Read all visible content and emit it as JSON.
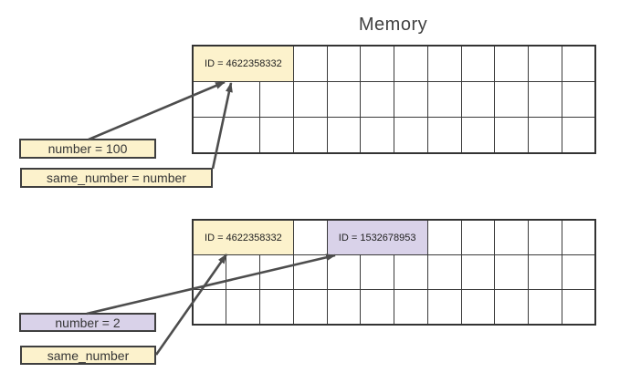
{
  "title": "Memory",
  "colors": {
    "cream": "#FCF2CC",
    "lavender": "#D9D2E9",
    "arrow_gray": "#4D4D4D",
    "grid_line": "#333333",
    "title_text": "#414141",
    "label_text": "#363636"
  },
  "diagram1": {
    "id_cell": {
      "text": "ID = 4622358332",
      "fill": "#FCF2CC"
    },
    "labels": [
      {
        "text": "number = 100",
        "fill": "#FCF2CC"
      },
      {
        "text": "same_number = number",
        "fill": "#FCF2CC"
      }
    ],
    "arrows": [
      {
        "from": "number = 100",
        "to": "ID = 4622358332"
      },
      {
        "from": "same_number = number",
        "to": "ID = 4622358332"
      }
    ]
  },
  "diagram2": {
    "id_cells": [
      {
        "text": "ID = 4622358332",
        "fill": "#FCF2CC"
      },
      {
        "text": "ID = 1532678953",
        "fill": "#D9D2E9"
      }
    ],
    "labels": [
      {
        "text": "number = 2",
        "fill": "#D9D2E9"
      },
      {
        "text": "same_number",
        "fill": "#FCF2CC"
      }
    ],
    "arrows": [
      {
        "from": "number = 2",
        "to": "ID = 1532678953"
      },
      {
        "from": "same_number",
        "to": "ID = 4622358332"
      }
    ]
  }
}
